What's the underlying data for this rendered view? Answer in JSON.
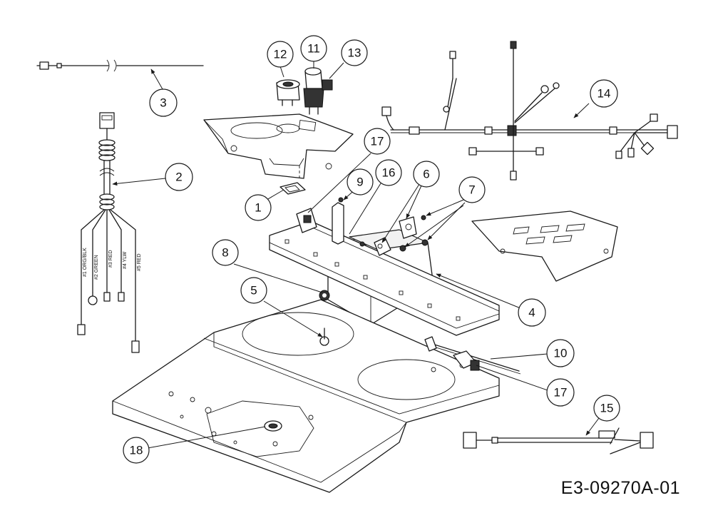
{
  "diagram_code": "E3-09270A-01",
  "callouts": [
    "1",
    "2",
    "3",
    "4",
    "5",
    "6",
    "7",
    "8",
    "9",
    "10",
    "11",
    "12",
    "13",
    "14",
    "15",
    "16",
    "17",
    "17",
    "18"
  ],
  "wire_labels": [
    "#1 ORG/BLK",
    "#2 GREEN",
    "#3 RED",
    "#4 YLW",
    "#5 RED"
  ]
}
